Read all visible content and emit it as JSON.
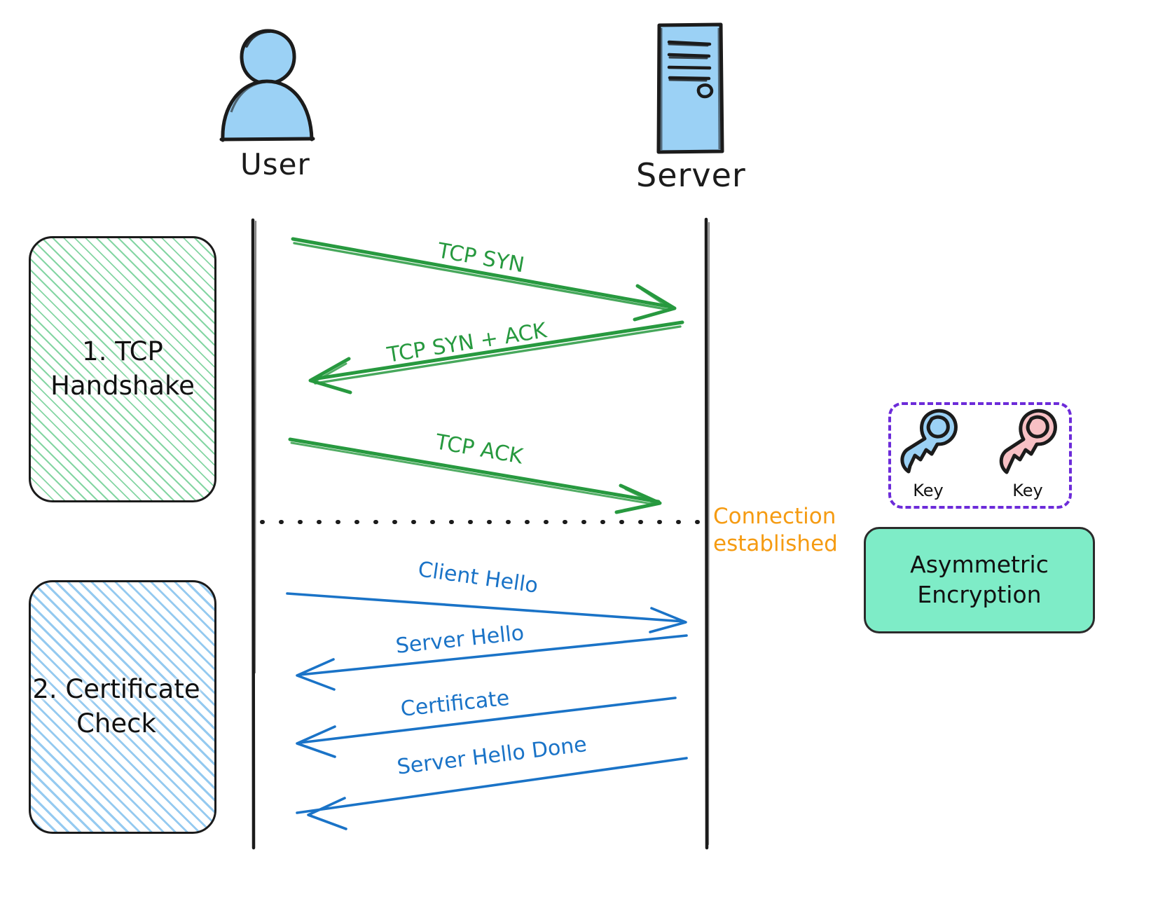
{
  "diagram": {
    "title": "TLS / TCP Handshake Sequence Diagram",
    "type": "sequence-diagram"
  },
  "actors": [
    {
      "id": "user",
      "label": "User",
      "icon": "user-person-icon",
      "color": "#9bd1f5"
    },
    {
      "id": "server",
      "label": "Server",
      "icon": "server-tower-icon",
      "color": "#9bd1f5"
    }
  ],
  "phases": [
    {
      "id": "tcp-handshake",
      "label": "1. TCP\nHandshake",
      "hatch_color": "#7ed39e",
      "border_color": "#1b1b1b"
    },
    {
      "id": "certificate-check",
      "label": "2. Certificate\nCheck",
      "hatch_color": "#8fc7ef",
      "border_color": "#1b1b1b"
    }
  ],
  "messages": [
    {
      "id": "tcp-syn",
      "label": "TCP SYN",
      "direction": "user-to-server",
      "color": "#27993f",
      "group": "tcp-handshake"
    },
    {
      "id": "tcp-syn-ack",
      "label": "TCP SYN + ACK",
      "direction": "server-to-user",
      "color": "#27993f",
      "group": "tcp-handshake"
    },
    {
      "id": "tcp-ack",
      "label": "TCP ACK",
      "direction": "user-to-server",
      "color": "#27993f",
      "group": "tcp-handshake"
    },
    {
      "id": "client-hello",
      "label": "Client Hello",
      "direction": "user-to-server",
      "color": "#1a73c7",
      "group": "certificate-check"
    },
    {
      "id": "server-hello",
      "label": "Server Hello",
      "direction": "server-to-user",
      "color": "#1a73c7",
      "group": "certificate-check"
    },
    {
      "id": "certificate",
      "label": "Certificate",
      "direction": "server-to-user",
      "color": "#1a73c7",
      "group": "certificate-check"
    },
    {
      "id": "server-hello-done",
      "label": "Server Hello Done",
      "direction": "server-to-user",
      "color": "#1a73c7",
      "group": "certificate-check"
    }
  ],
  "separator": {
    "id": "connection-separator",
    "style": "dotted",
    "color": "#1b1b1b"
  },
  "notes": [
    {
      "id": "connection-established",
      "text": "Connection\nestablished",
      "color": "#f59b12"
    }
  ],
  "legend": {
    "key_group": {
      "border_color": "#6c2bd9",
      "border_style": "dashed",
      "keys": [
        {
          "id": "public-key",
          "caption": "Key",
          "color": "#9bd1f5",
          "icon": "key-icon"
        },
        {
          "id": "private-key",
          "caption": "Key",
          "color": "#f7c0c4",
          "icon": "key-icon"
        }
      ]
    },
    "encryption_box": {
      "id": "asymmetric-encryption",
      "label": "Asymmetric\nEncryption",
      "fill": "#7eecc7",
      "border_color": "#2b2b2b"
    }
  }
}
